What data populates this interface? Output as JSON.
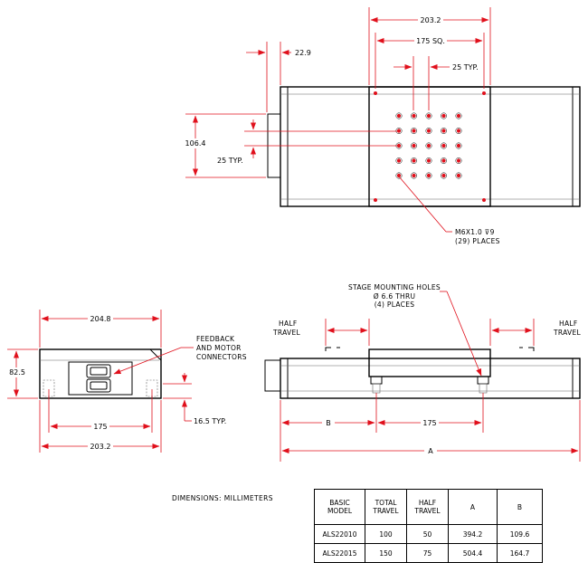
{
  "top_view": {
    "dim_overall_width": "203.2",
    "dim_square": "175 SQ.",
    "dim_typ_horizontal": "25 TYP.",
    "dim_motor_offset": "22.9",
    "dim_height": "106.4",
    "dim_typ_vertical": "25 TYP.",
    "hole_callout_line1": "M6X1.0 ⊽9",
    "hole_callout_line2": "(29) PLACES"
  },
  "end_view": {
    "dim_width_top": "204.8",
    "dim_height": "82.5",
    "dim_hole_spacing": "175",
    "dim_base_width": "203.2",
    "dim_typ": "16.5 TYP.",
    "connector_note_line1": "FEEDBACK",
    "connector_note_line2": "AND MOTOR",
    "connector_note_line3": "CONNECTORS"
  },
  "side_view": {
    "mounting_note_line1": "STAGE MOUNTING HOLES",
    "mounting_note_line2": "Ø 6.6 THRU",
    "mounting_note_line3": "(4) PLACES",
    "half_travel_left_line1": "HALF",
    "half_travel_left_line2": "TRAVEL",
    "half_travel_right_line1": "HALF",
    "half_travel_right_line2": "TRAVEL",
    "dim_b": "B",
    "dim_175": "175",
    "dim_a": "A"
  },
  "caption": "DIMENSIONS: MILLIMETERS",
  "table": {
    "headers": [
      {
        "l1": "BASIC",
        "l2": "MODEL"
      },
      {
        "l1": "TOTAL",
        "l2": "TRAVEL"
      },
      {
        "l1": "HALF",
        "l2": "TRAVEL"
      },
      {
        "l1": "A",
        "l2": ""
      },
      {
        "l1": "B",
        "l2": ""
      }
    ],
    "rows": [
      [
        "ALS22010",
        "100",
        "50",
        "394.2",
        "109.6"
      ],
      [
        "ALS22015",
        "150",
        "75",
        "504.4",
        "164.7"
      ]
    ]
  },
  "colors": {
    "dimension_red": "#e0101c",
    "outline": "#000000"
  }
}
